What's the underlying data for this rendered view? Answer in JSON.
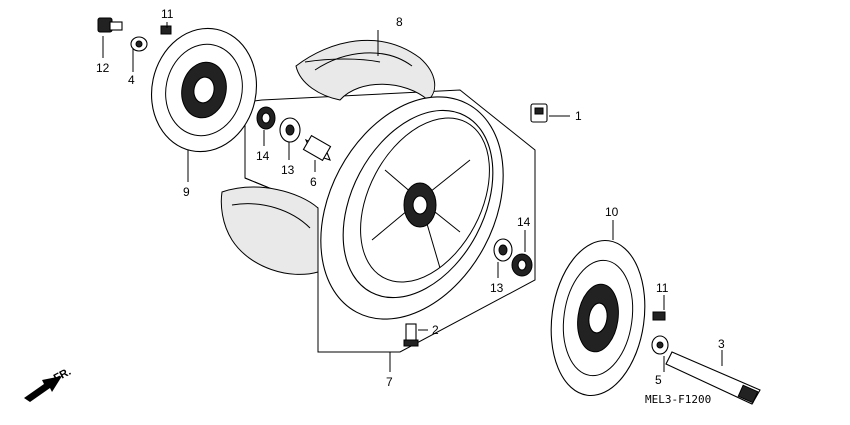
{
  "diagram": {
    "code": "MEL3-F1200",
    "direction": "FR.",
    "callouts": {
      "c1": "1",
      "c2": "2",
      "c3": "3",
      "c4": "4",
      "c5": "5",
      "c6": "6",
      "c7": "7",
      "c8": "8",
      "c9": "9",
      "c10": "10",
      "c11a": "11",
      "c11b": "11",
      "c12": "12",
      "c13a": "13",
      "c13b": "13",
      "c14a": "14",
      "c14b": "14"
    }
  }
}
